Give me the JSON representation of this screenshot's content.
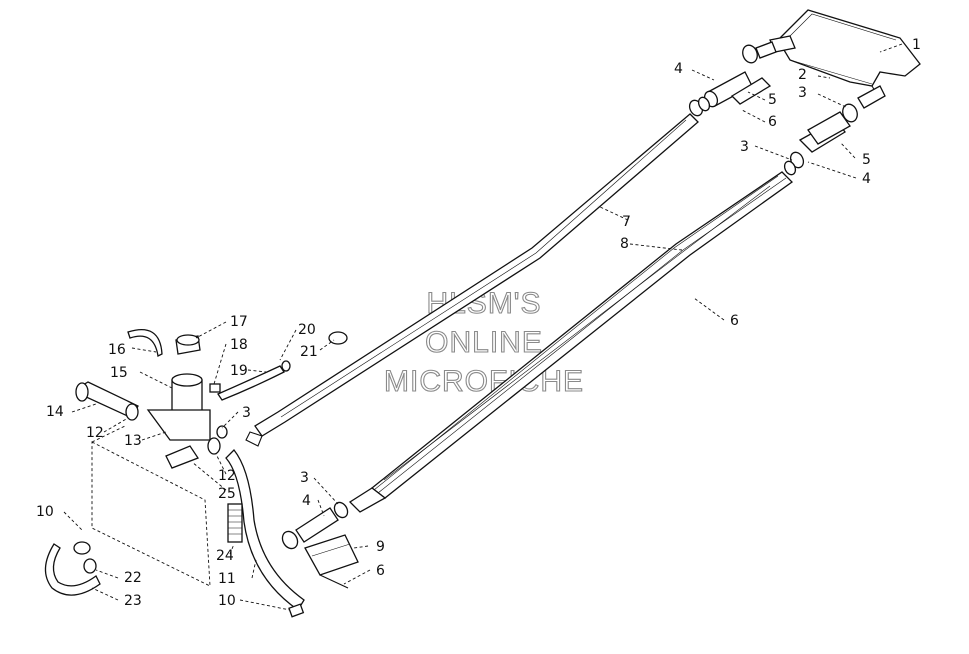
{
  "watermark": {
    "line1": "HLSM'S",
    "line2": "ONLINE",
    "line3": "MICROFICHE",
    "color": "#8a8a8a"
  },
  "callouts": [
    {
      "id": "c1",
      "text": "1"
    },
    {
      "id": "c2",
      "text": "2"
    },
    {
      "id": "c3a",
      "text": "3"
    },
    {
      "id": "c4a",
      "text": "4"
    },
    {
      "id": "c5a",
      "text": "5"
    },
    {
      "id": "c6a",
      "text": "6"
    },
    {
      "id": "c3b",
      "text": "3"
    },
    {
      "id": "c5b",
      "text": "5"
    },
    {
      "id": "c4b",
      "text": "4"
    },
    {
      "id": "c7",
      "text": "7"
    },
    {
      "id": "c8",
      "text": "8"
    },
    {
      "id": "c6b",
      "text": "6"
    },
    {
      "id": "c17",
      "text": "17"
    },
    {
      "id": "c20",
      "text": "20"
    },
    {
      "id": "c16",
      "text": "16"
    },
    {
      "id": "c18",
      "text": "18"
    },
    {
      "id": "c21",
      "text": "21"
    },
    {
      "id": "c15",
      "text": "15"
    },
    {
      "id": "c19",
      "text": "19"
    },
    {
      "id": "c14",
      "text": "14"
    },
    {
      "id": "c3c",
      "text": "3"
    },
    {
      "id": "c12a",
      "text": "12"
    },
    {
      "id": "c13",
      "text": "13"
    },
    {
      "id": "c12b",
      "text": "12"
    },
    {
      "id": "c25",
      "text": "25"
    },
    {
      "id": "c3d",
      "text": "3"
    },
    {
      "id": "c4c",
      "text": "4"
    },
    {
      "id": "c10a",
      "text": "10"
    },
    {
      "id": "c9",
      "text": "9"
    },
    {
      "id": "c24",
      "text": "24"
    },
    {
      "id": "c6c",
      "text": "6"
    },
    {
      "id": "c22",
      "text": "22"
    },
    {
      "id": "c11",
      "text": "11"
    },
    {
      "id": "c23",
      "text": "23"
    },
    {
      "id": "c10b",
      "text": "10"
    }
  ]
}
